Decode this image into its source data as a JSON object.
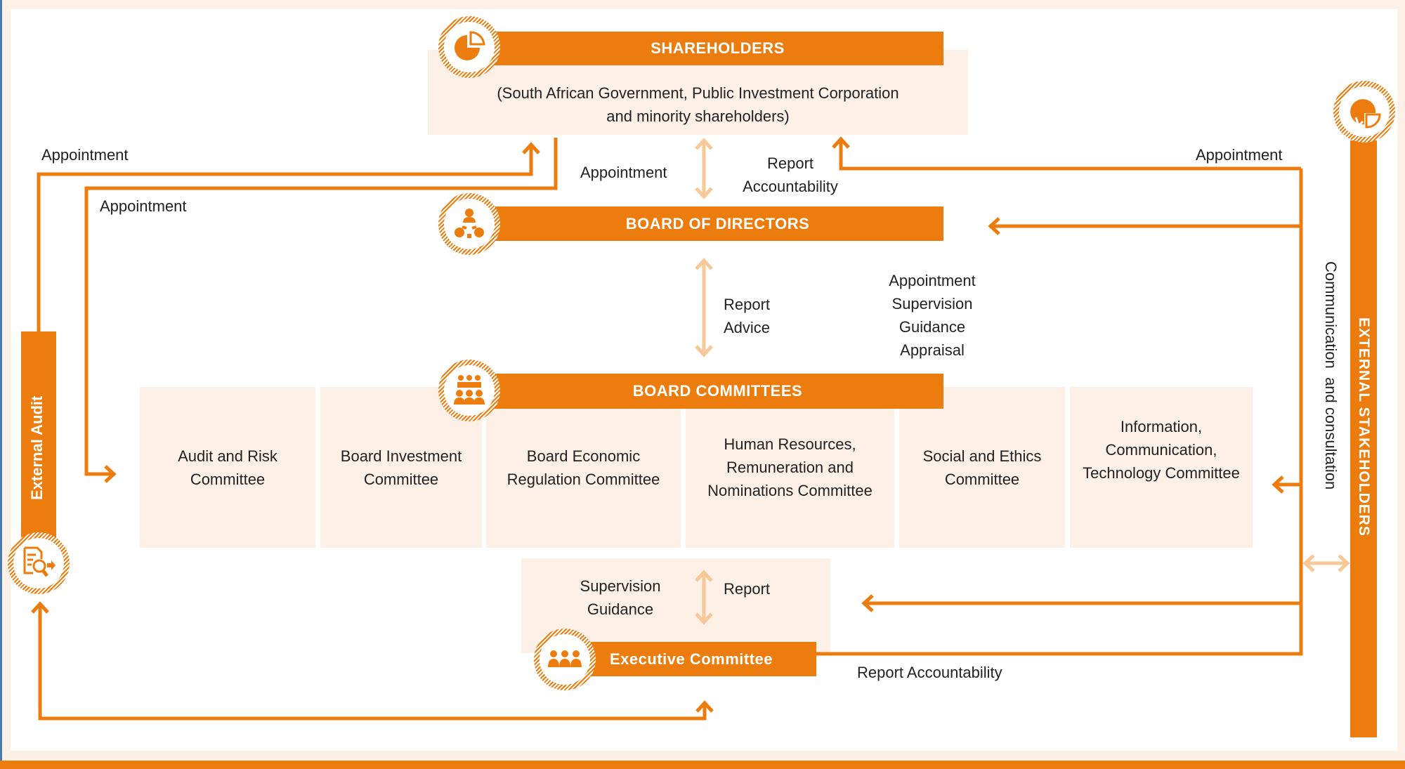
{
  "colors": {
    "accent": "#ec7c0d",
    "light_accent": "#f6c89a",
    "cream": "#fdf0e6",
    "frame_edge": "#4a7bb0",
    "text": "#222222"
  },
  "shareholders": {
    "title": "SHAREHOLDERS",
    "description_line1": "(South African Government, Public Investment Corporation",
    "description_line2": "and minority shareholders)",
    "icon": "pie-chart-icon"
  },
  "board_of_directors": {
    "title": "BOARD OF DIRECTORS",
    "icon": "meeting-table-icon"
  },
  "board_committees": {
    "title": "BOARD COMMITTEES",
    "icon": "committee-group-icon",
    "committees": [
      {
        "line1": "Audit and Risk",
        "line2": "Committee",
        "line3": ""
      },
      {
        "line1": "Board Investment",
        "line2": "Committee",
        "line3": ""
      },
      {
        "line1": "Board Economic",
        "line2": "Regulation Committee",
        "line3": ""
      },
      {
        "line1": "Human Resources,",
        "line2": "Remuneration and",
        "line3": "Nominations Committee"
      },
      {
        "line1": "Social and Ethics",
        "line2": "Committee",
        "line3": ""
      },
      {
        "line1": "Information,",
        "line2": "Communication,",
        "line3": "Technology Committee"
      }
    ]
  },
  "executive_committee": {
    "title": "Executive Committee",
    "icon": "team-icon",
    "left_label_line1": "Supervision",
    "left_label_line2": "Guidance",
    "right_label": "Report"
  },
  "external_audit": {
    "title": "External Audit",
    "icon": "audit-document-search-icon"
  },
  "external_stakeholders": {
    "title": "EXTERNAL STAKEHOLDERS",
    "icon": "pie-chart-download-icon",
    "side_label": "Communication  and consultation"
  },
  "labels": {
    "audit_appointment_top": "Appointment",
    "audit_appointment_committee": "Appointment",
    "sh_to_board_left": "Appointment",
    "board_to_sh_line1": "Report",
    "board_to_sh_line2": "Accountability",
    "stakeholders_appointment": "Appointment",
    "committees_to_board_line1": "Report",
    "committees_to_board_line2": "Advice",
    "board_to_committees_line1": "Appointment",
    "board_to_committees_line2": "Supervision",
    "board_to_committees_line3": "Guidance",
    "board_to_committees_line4": "Appraisal",
    "exec_report_accountability": "Report Accountability"
  }
}
